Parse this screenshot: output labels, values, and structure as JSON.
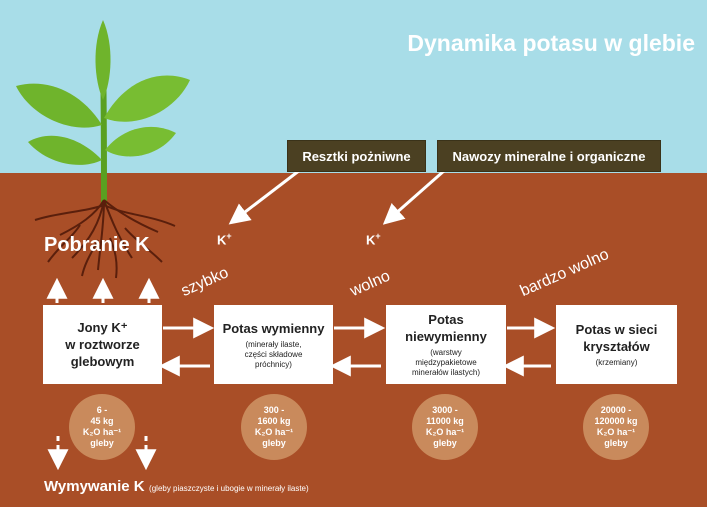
{
  "title": "Dynamika potasu w glebie",
  "inputs": {
    "resztki": "Resztki pożniwne",
    "nawozy": "Nawozy mineralne i organiczne"
  },
  "k_ion": "K+",
  "speeds": [
    "szybko",
    "wolno",
    "bardzo wolno"
  ],
  "uptake": "Pobranie K",
  "pools": [
    {
      "main_lines": [
        "Jony K⁺",
        "w roztworze",
        "glebowym"
      ],
      "sub_lines": []
    },
    {
      "main_lines": [
        "Potas wymienny"
      ],
      "sub_lines": [
        "(minerały ilaste,",
        "części składowe",
        "próchnicy)"
      ]
    },
    {
      "main_lines": [
        "Potas",
        "niewymienny"
      ],
      "sub_lines": [
        "(warstwy",
        "międzypakietowe",
        "minerałów ilastych)"
      ]
    },
    {
      "main_lines": [
        "Potas w sieci",
        "kryształów"
      ],
      "sub_lines": [
        "(krzemiany)"
      ]
    }
  ],
  "amounts": [
    {
      "line1": "6 -",
      "line2": "45 kg",
      "unit": "K₂O ha⁻¹",
      "line4": "gleby"
    },
    {
      "line1": "300 -",
      "line2": "1600 kg",
      "unit": "K₂O ha⁻¹",
      "line4": "gleby"
    },
    {
      "line1": "3000 -",
      "line2": "11000 kg",
      "unit": "K₂O ha⁻¹",
      "line4": "gleby"
    },
    {
      "line1": "20000 -",
      "line2": "120000 kg",
      "unit": "K₂O ha⁻¹",
      "line4": "gleby"
    }
  ],
  "leaching": {
    "title": "Wymywanie K",
    "note": "(gleby piaszczyste i ubogie w minerały ilaste)"
  },
  "colors": {
    "sky": "#a8dde8",
    "soil": "#a94e27",
    "label_box": "#4b4022",
    "circle": "#c98a5c",
    "leaf": "#6fb42c"
  }
}
